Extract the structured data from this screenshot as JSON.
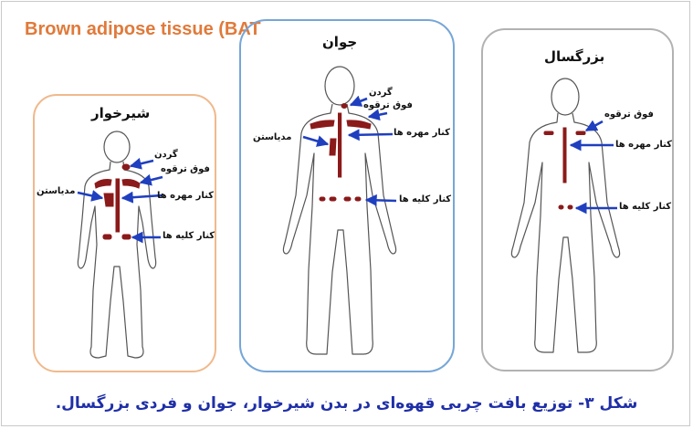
{
  "title": "Brown adipose tissue (BAT",
  "caption": "شکل ۳- توزیع بافت چربی قهوه‌ای در بدن شیرخوار، جوان و فردی بزرگسال.",
  "colors": {
    "title": "#e07a3a",
    "caption": "#1f2fa8",
    "fat": "#8b1a1a",
    "arrow": "#1f3fbf",
    "infant_frame": "#f0b98c",
    "young_frame": "#76a6d8",
    "adult_frame": "#b2b2b2"
  },
  "panels": {
    "infant": {
      "title": "شیرخوار",
      "labels": {
        "neck": "گردن",
        "supraclavicular": "فوق ترقوه",
        "mediastinum": "مدیاستن",
        "paravertebral": "کنار مهره ها",
        "perirenal": "کنار کلیه ها"
      }
    },
    "young": {
      "title": "جوان",
      "labels": {
        "neck": "گردن",
        "supraclavicular": "فوق ترقوه",
        "mediastinum": "مدیاستن",
        "paravertebral": "کنار مهره ها",
        "perirenal": "کنار کلیه ها"
      }
    },
    "adult": {
      "title": "بزرگسال",
      "labels": {
        "supraclavicular": "فوق ترقوه",
        "paravertebral": "کنار مهره ها",
        "perirenal": "کنار کلیه ها"
      }
    }
  }
}
